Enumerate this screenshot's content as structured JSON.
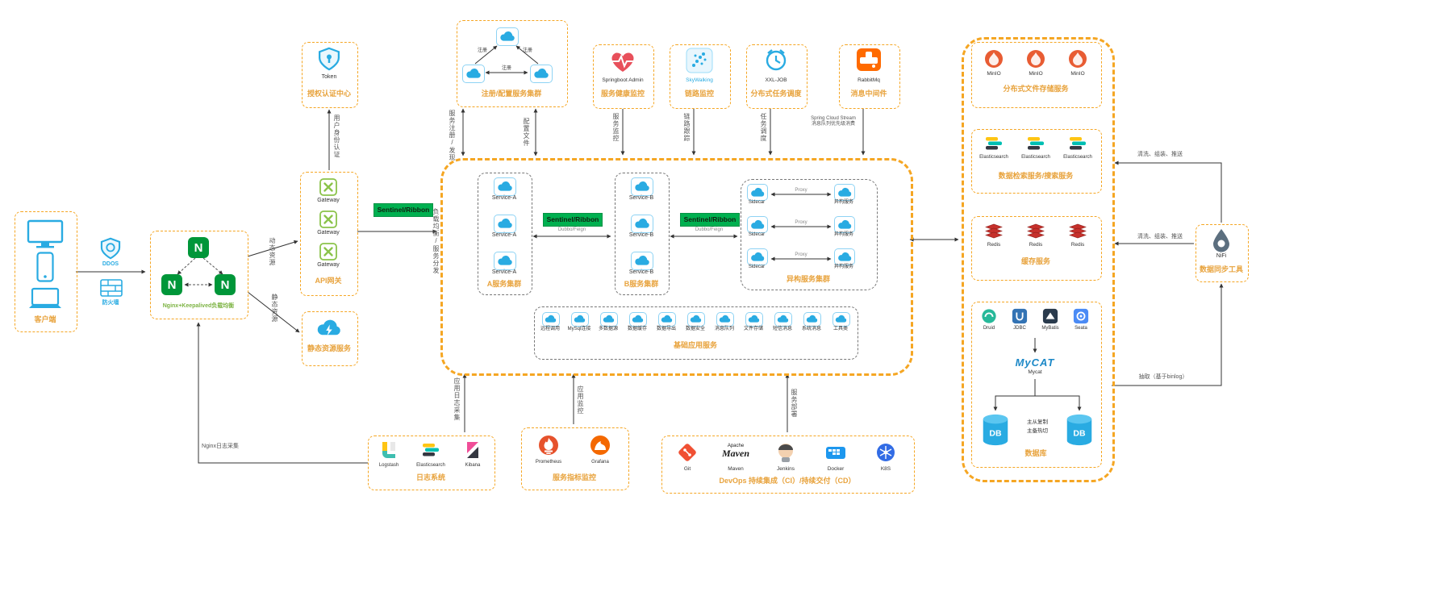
{
  "client": {
    "label": "客户端",
    "ddos": "DDOS",
    "firewall": "防火墙"
  },
  "nginx": {
    "label": "Nginx+Keepalived负载均衡"
  },
  "auth": {
    "token": "Token",
    "label": "授权认证中心"
  },
  "api": {
    "label": "API网关",
    "items": [
      "Gateway",
      "Gateway",
      "Gateway"
    ]
  },
  "static_svc": {
    "label": "静态资源服务"
  },
  "registry": {
    "label": "注册/配置服务集群",
    "reg": "注册"
  },
  "monitors": {
    "sba": {
      "name": "Springboot Admin",
      "label": "服务健康监控"
    },
    "sky": {
      "name": "SkyWalking",
      "label": "链路监控"
    },
    "xxl": {
      "name": "XXL-JOB",
      "label": "分布式任务调度"
    },
    "mq": {
      "name": "RabbitMq",
      "label": "消息中间件"
    }
  },
  "edges": {
    "user_auth": "用户身份认证",
    "dynamic": "动态资源",
    "static": "静态资源",
    "lb": "负载均衡/服务分发",
    "reg_discover": "服务注册/发现",
    "config": "配置文件",
    "svc_monitor": "服务监控",
    "trace": "链路跟踪",
    "job": "任务调度",
    "stream": "Spring Cloud Stream 消息队列优先级消费",
    "log": "应用日志采集",
    "app_mon": "应用监控",
    "deploy": "服务部署",
    "nginx_log": "Nginx日志采集",
    "clean": "清洗、组装、推送",
    "binlog": "抽取（基于binlog）",
    "sentinel": "Sentinel/Ribbon",
    "dubbo": "Dubbo/Feign",
    "proxy": "Proxy"
  },
  "clusters": {
    "a": {
      "label": "A服务集群",
      "svc": "Service-A"
    },
    "b": {
      "label": "B服务集群",
      "svc": "Service-B"
    },
    "hetero": {
      "label": "异构服务集群",
      "sidecar": "Sidecar",
      "svc": "异构服务"
    }
  },
  "basic": {
    "label": "基础应用服务",
    "items": [
      "远程调用",
      "MySql连接",
      "多数据源",
      "数据缓存",
      "数据导出",
      "数据安全",
      "消息队列",
      "文件存储",
      "短信消息",
      "系统消息",
      "工具类"
    ]
  },
  "logging": {
    "label": "日志系统",
    "items": [
      "Logstash",
      "Elasticsearch",
      "Kibana"
    ]
  },
  "metrics": {
    "label": "服务指标监控",
    "items": [
      "Prometheus",
      "Grafana"
    ]
  },
  "devops": {
    "label": "DevOps 持续集成（CI）/持续交付（CD）",
    "items": [
      "Git",
      "Maven",
      "Jenkins",
      "Docker",
      "K8S"
    ],
    "maven_top": "Apache",
    "maven_main": "Maven"
  },
  "storage": {
    "minio": {
      "label": "分布式文件存储服务",
      "item": "MinIO"
    },
    "es": {
      "label": "数据检索服务/搜索服务",
      "item": "Elasticsearch"
    },
    "redis": {
      "label": "缓存服务",
      "item": "Redis"
    },
    "db": {
      "label": "数据库",
      "mw": [
        "Druid",
        "JDBC",
        "MyBatis",
        "Seata"
      ],
      "mycat_logo": "MyCAT",
      "mycat": "Mycat",
      "db": "DB",
      "rep1": "主从复制",
      "rep2": "主备热切"
    }
  },
  "nifi": {
    "name": "NiFi",
    "label": "数据同步工具"
  }
}
